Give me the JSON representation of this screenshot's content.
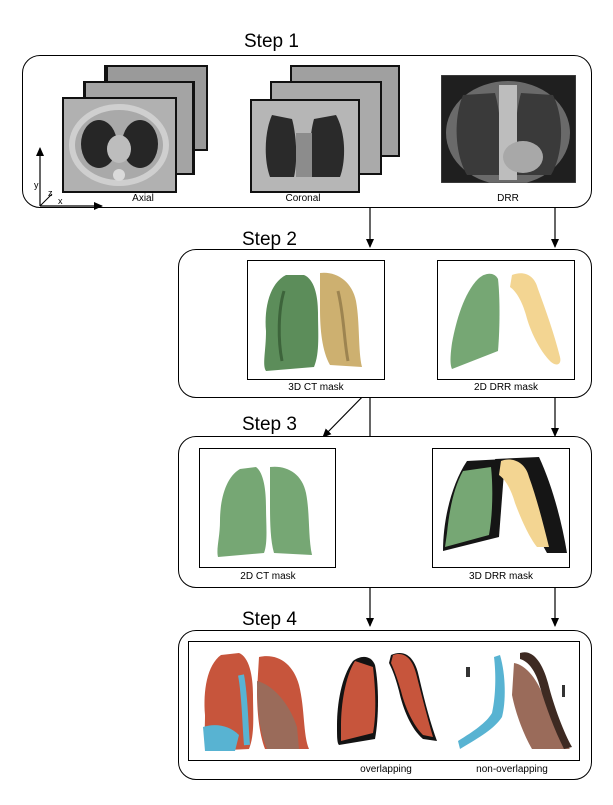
{
  "steps": {
    "s1": "Step 1",
    "s2": "Step 2",
    "s3": "Step 3",
    "s4": "Step 4"
  },
  "labels": {
    "axial": "Axial",
    "coronal": "Coronal",
    "drr": "DRR",
    "ct3d": "3D CT mask",
    "drr2d": "2D DRR mask",
    "ct2d": "2D CT mask",
    "drr3d": "3D DRR mask",
    "overlap": "overlapping",
    "nonoverlap": "non-overlapping"
  },
  "axes": {
    "x": "x",
    "y": "y",
    "z": "z"
  },
  "colors": {
    "green": "#76a774",
    "yellow": "#f3d592",
    "red": "#c7553c",
    "blue": "#58b3d2",
    "brown": "#9a6b5a",
    "ct_gray": "#b9b9b9"
  }
}
